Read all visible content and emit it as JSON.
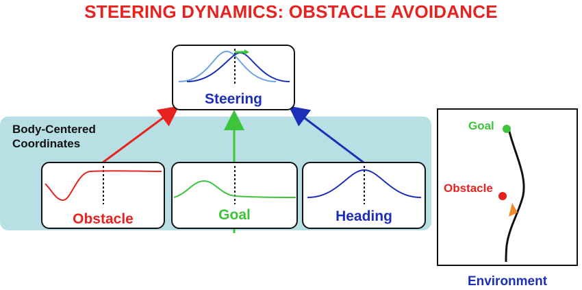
{
  "title": "STEERING DYNAMICS: OBSTACLE AVOIDANCE",
  "band": {
    "label_line1": "Body-Centered",
    "label_line2": "Coordinates"
  },
  "boxes": {
    "steering": {
      "label": "Steering"
    },
    "obstacle": {
      "label": "Obstacle"
    },
    "goal": {
      "label": "Goal"
    },
    "heading": {
      "label": "Heading"
    }
  },
  "environment": {
    "label": "Environment",
    "goal_label": "Goal",
    "obstacle_label": "Obstacle"
  },
  "colors": {
    "obstacle": "#e8221f",
    "goal": "#3cc43a",
    "heading": "#1b2fb8",
    "steering_light": "#6fa2e0",
    "agent": "#f08a2b"
  }
}
